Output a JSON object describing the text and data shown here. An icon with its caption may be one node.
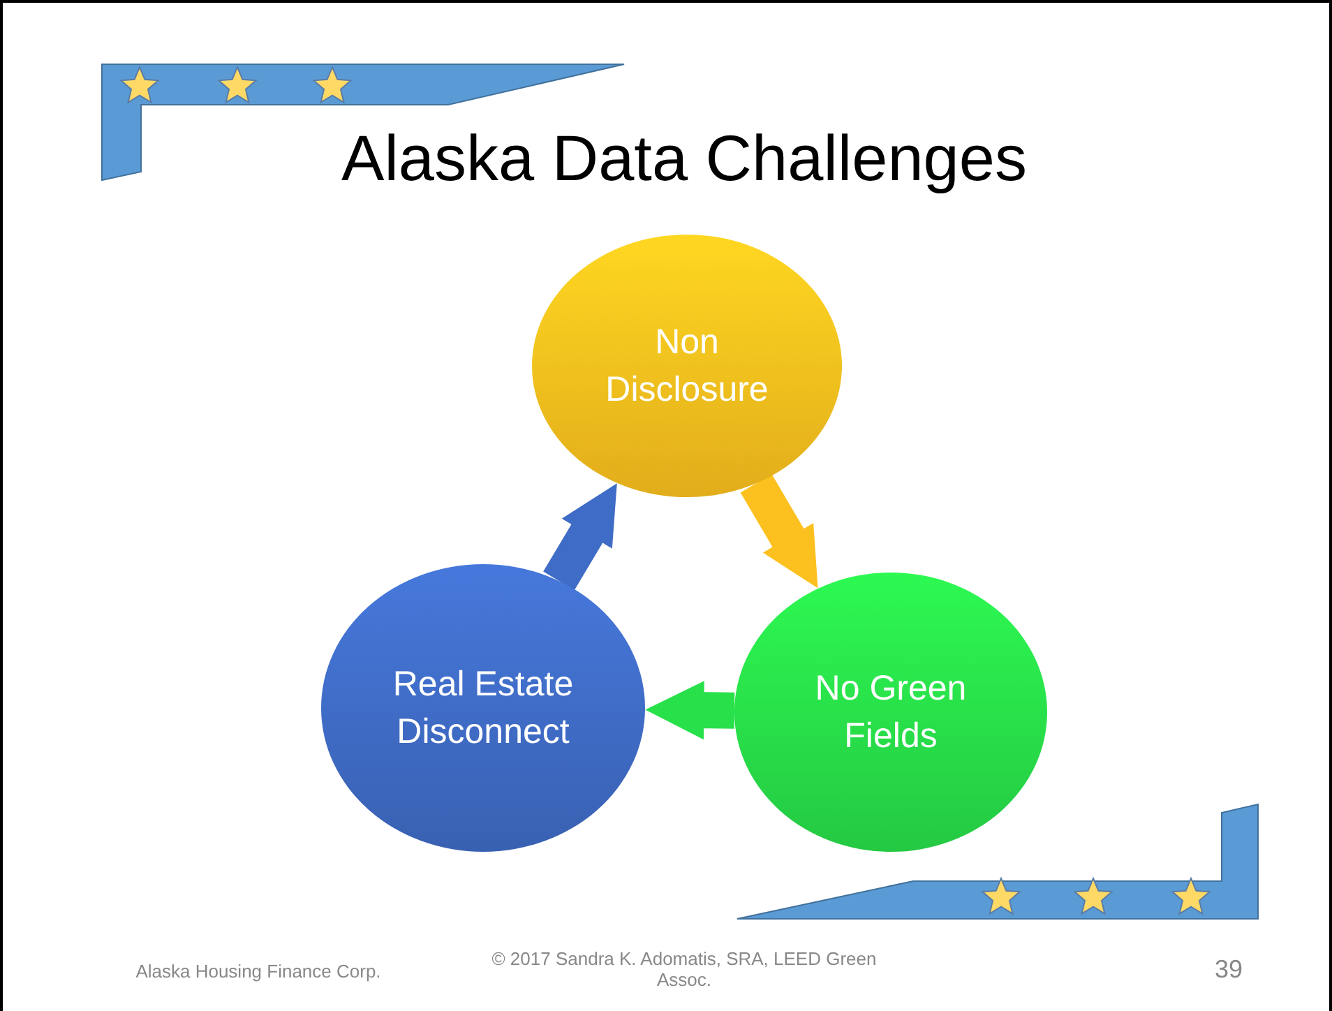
{
  "diagram": {
    "title": "Alaska Data Challenges",
    "nodes": [
      {
        "text": [
          "Non Disclosure"
        ]
      },
      {
        "text": [
          "No Green Fields"
        ]
      },
      {
        "text": [
          "Real Estate Disconnect"
        ]
      }
    ],
    "edges": [
      {
        "from": 0,
        "to": 1,
        "arrow": "to",
        "color": "#fcc11e"
      },
      {
        "from": 1,
        "to": 2,
        "arrow": "to",
        "color": "#28e04a"
      },
      {
        "from": 2,
        "to": 0,
        "arrow": "to",
        "color": "#3f6cc6"
      }
    ],
    "labels": [
      "Alaska Housing Finance Corp.",
      "© 2017 Sandra K. Adomatis, SRA, LEED Green Assoc.",
      "39"
    ]
  }
}
